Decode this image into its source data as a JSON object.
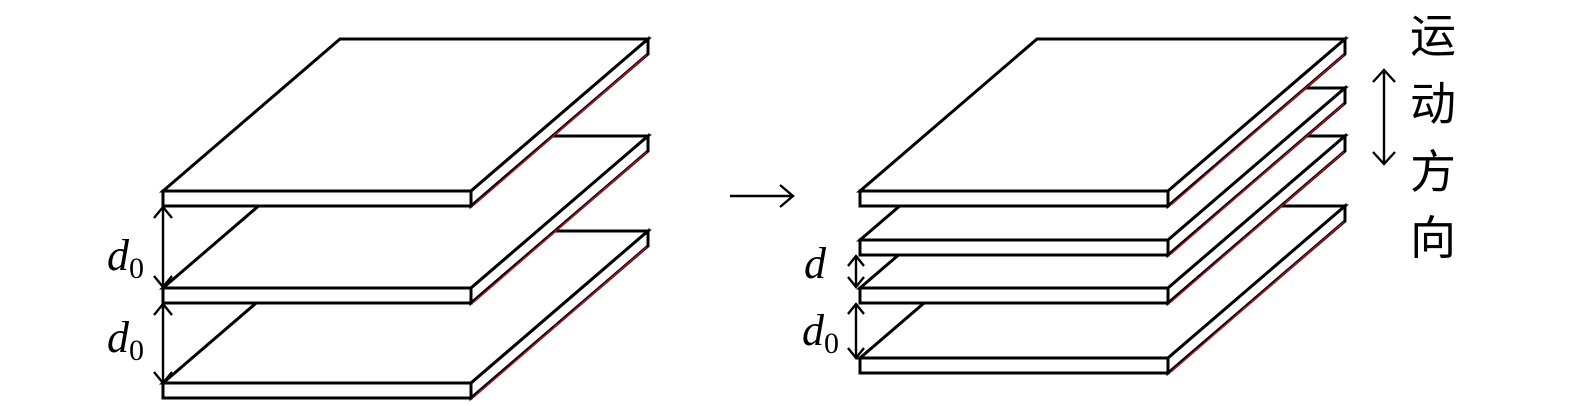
{
  "left_diagram": {
    "gap_label_1": {
      "symbol": "d",
      "subscript": "0"
    },
    "gap_label_2": {
      "symbol": "d",
      "subscript": "0"
    }
  },
  "transition_arrow": "⟶",
  "right_diagram": {
    "gap_label_moving": {
      "symbol": "d",
      "subscript": ""
    },
    "gap_label_fixed": {
      "symbol": "d",
      "subscript": "0"
    }
  },
  "motion_direction_label": [
    "运",
    "动",
    "方",
    "向"
  ]
}
